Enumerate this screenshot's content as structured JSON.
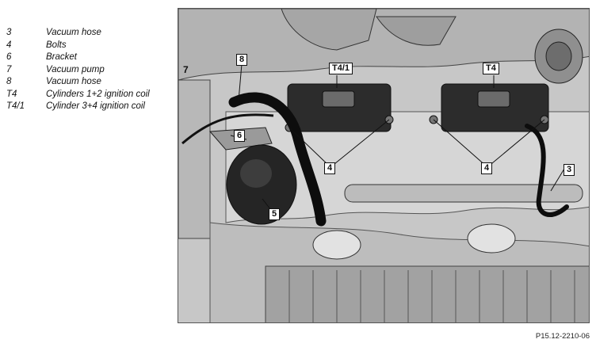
{
  "legend": [
    {
      "key": "3",
      "desc": "Vacuum hose"
    },
    {
      "key": "4",
      "desc": "Bolts"
    },
    {
      "key": "6",
      "desc": "Bracket"
    },
    {
      "key": "7",
      "desc": "Vacuum pump"
    },
    {
      "key": "8",
      "desc": "Vacuum hose"
    },
    {
      "key": "T4",
      "desc": "Cylinders 1+2 ignition coil"
    },
    {
      "key": "T4/1",
      "desc": "Cylinder 3+4 ignition coil"
    }
  ],
  "callouts": {
    "t4_1": "T4/1",
    "t4": "T4",
    "c3": "3",
    "c4_left": "4",
    "c4_right": "4",
    "c5": "5",
    "c6": "6",
    "c7": "7",
    "c8": "8"
  },
  "figure_code": "P15.12-2210-06",
  "colors": {
    "hose": "#0d0d0d",
    "coil": "#2c2c2c",
    "engine": "#c9c9c9"
  }
}
